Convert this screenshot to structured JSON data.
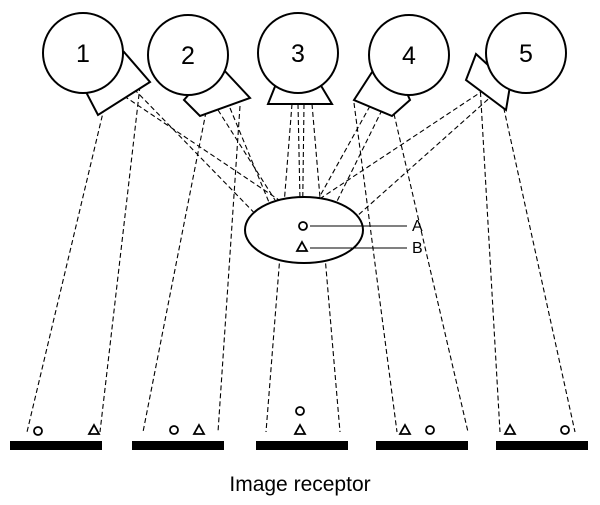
{
  "tubes": [
    {
      "id": "tube-1",
      "label": "1"
    },
    {
      "id": "tube-2",
      "label": "2"
    },
    {
      "id": "tube-3",
      "label": "3"
    },
    {
      "id": "tube-4",
      "label": "4"
    },
    {
      "id": "tube-5",
      "label": "5"
    }
  ],
  "object": {
    "point_a_label": "A",
    "point_b_label": "B"
  },
  "receptor_label": "Image receptor",
  "colors": {
    "line": "#000000",
    "background": "#ffffff"
  }
}
